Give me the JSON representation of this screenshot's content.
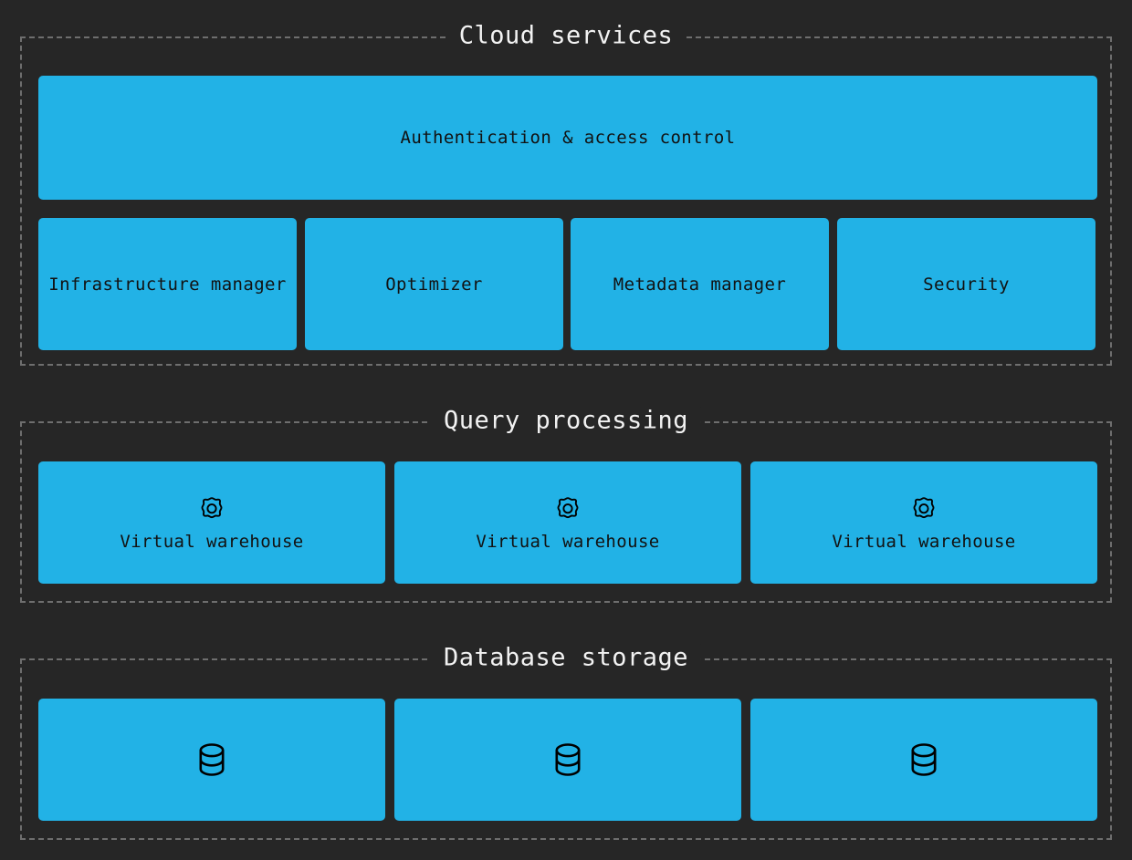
{
  "theme": {
    "background": "#262626",
    "node_fill": "#22b2e6",
    "node_text": "#121212",
    "border": "#6e6e6e",
    "title_text": "#f2f2f2"
  },
  "sections": [
    {
      "id": "cloud-services",
      "title": "Cloud services",
      "rows": [
        {
          "id": "auth-row",
          "nodes": [
            {
              "id": "authentication-access-control",
              "label": "Authentication & access control",
              "icon": null
            }
          ]
        },
        {
          "id": "services-row",
          "nodes": [
            {
              "id": "infrastructure-manager",
              "label": "Infrastructure manager",
              "icon": null
            },
            {
              "id": "optimizer",
              "label": "Optimizer",
              "icon": null
            },
            {
              "id": "metadata-manager",
              "label": "Metadata manager",
              "icon": null
            },
            {
              "id": "security",
              "label": "Security",
              "icon": null
            }
          ]
        }
      ]
    },
    {
      "id": "query-processing",
      "title": "Query processing",
      "rows": [
        {
          "id": "warehouse-row",
          "nodes": [
            {
              "id": "virtual-warehouse-1",
              "label": "Virtual warehouse",
              "icon": "gear-icon"
            },
            {
              "id": "virtual-warehouse-2",
              "label": "Virtual warehouse",
              "icon": "gear-icon"
            },
            {
              "id": "virtual-warehouse-3",
              "label": "Virtual warehouse",
              "icon": "gear-icon"
            }
          ]
        }
      ]
    },
    {
      "id": "database-storage",
      "title": "Database storage",
      "rows": [
        {
          "id": "storage-row",
          "nodes": [
            {
              "id": "database-store-1",
              "label": "",
              "icon": "database-icon"
            },
            {
              "id": "database-store-2",
              "label": "",
              "icon": "database-icon"
            },
            {
              "id": "database-store-3",
              "label": "",
              "icon": "database-icon"
            }
          ]
        }
      ]
    }
  ]
}
